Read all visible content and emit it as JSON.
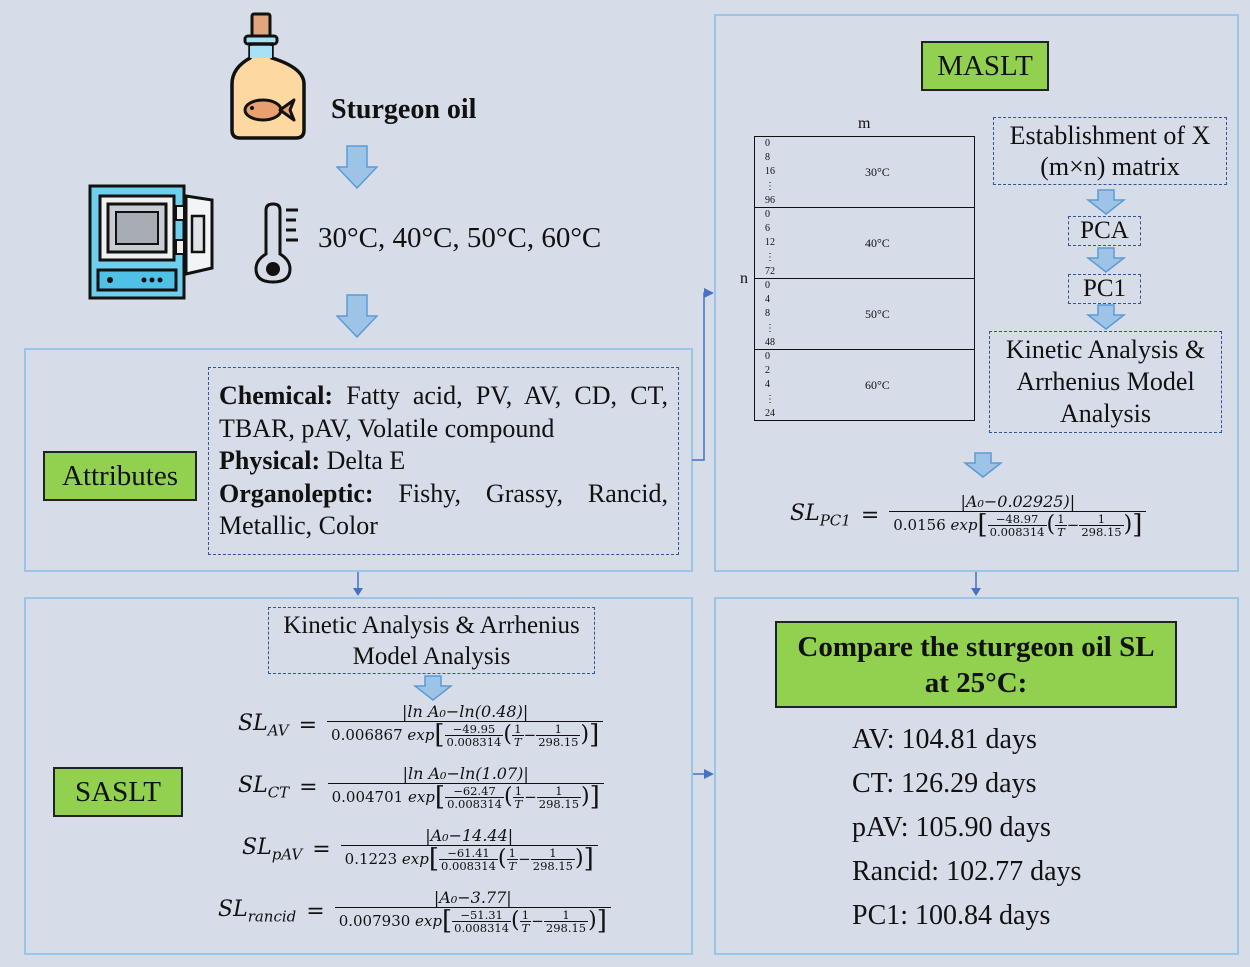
{
  "top": {
    "title": "Sturgeon oil",
    "temperatures": "30°C, 40°C, 50°C, 60°C",
    "icons": [
      "oil-bottle-fish-icon",
      "incubator-oven-icon",
      "thermometer-icon"
    ]
  },
  "attributes": {
    "label": "Attributes",
    "chemical_label": "Chemical:",
    "chemical_text": " Fatty acid, PV, AV, CD, CT, TBAR, pAV, Volatile compound",
    "physical_label": "Physical:",
    "physical_text": " Delta E",
    "organoleptic_label": "Organoleptic:",
    "organoleptic_text": " Fishy, Grassy, Rancid, Metallic, Color"
  },
  "masl": {
    "label": "MASLT",
    "matrix": {
      "col_label": "m",
      "row_label": "n",
      "blocks": [
        {
          "temp": "30°C",
          "ticks": [
            "0",
            "8",
            "16",
            "⋮",
            "96"
          ]
        },
        {
          "temp": "40°C",
          "ticks": [
            "0",
            "6",
            "12",
            "⋮",
            "72"
          ]
        },
        {
          "temp": "50°C",
          "ticks": [
            "0",
            "4",
            "8",
            "⋮",
            "48"
          ]
        },
        {
          "temp": "60°C",
          "ticks": [
            "0",
            "2",
            "4",
            "⋮",
            "24"
          ]
        }
      ]
    },
    "steps": [
      "Establishment of X (m×n) matrix",
      "PCA",
      "PC1",
      "Kinetic Analysis & Arrhenius Model Analysis"
    ],
    "equation": {
      "lhs": "SL",
      "sub": "PC1",
      "numerator": "|A₀−0.02925)|",
      "coef": "0.0156",
      "ea": "−48.97",
      "r": "0.008314",
      "tref": "298.15"
    }
  },
  "saslt": {
    "label": "SASLT",
    "method": "Kinetic Analysis & Arrhenius Model Analysis",
    "equations": [
      {
        "sub": "AV",
        "numerator": "|ln A₀−ln(0.48)|",
        "coef": "0.006867",
        "ea": "−49.95",
        "r": "0.008314",
        "tref": "298.15"
      },
      {
        "sub": "CT",
        "numerator": "|ln A₀−ln(1.07)|",
        "coef": "0.004701",
        "ea": "−62.47",
        "r": "0.008314",
        "tref": "298.15"
      },
      {
        "sub": "pAV",
        "numerator": "|A₀−14.44|",
        "coef": "0.1223",
        "ea": "−61.41",
        "r": "0.008314",
        "tref": "298.15"
      },
      {
        "sub": "rancid",
        "numerator": "|A₀−3.77|",
        "coef": "0.007930",
        "ea": "−51.31",
        "r": "0.008314",
        "tref": "298.15"
      }
    ]
  },
  "compare": {
    "title_line1": "Compare the sturgeon oil SL",
    "title_line2": "at 25°C:",
    "results": [
      "AV: 104.81 days",
      "CT: 126.29 days",
      "pAV: 105.90 days",
      "Rancid: 102.77 days",
      "PC1: 100.84 days"
    ]
  },
  "colors": {
    "background": "#d6dde8",
    "panel_border": "#9dc3e6",
    "label_green": "#92d050",
    "arrow_fill": "#9dc3e6",
    "arrow_stroke": "#5b9bd5",
    "connector": "#4472c4",
    "dashed_border": "#2f5597"
  }
}
